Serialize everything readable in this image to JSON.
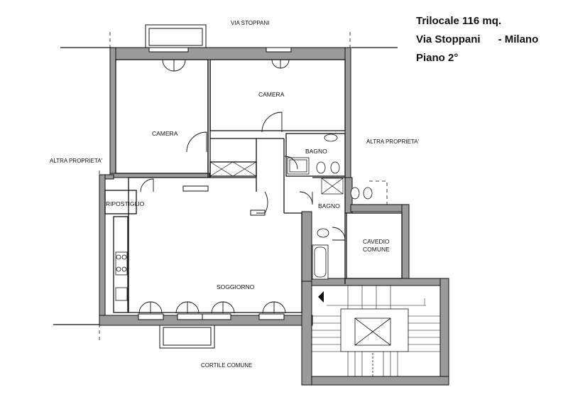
{
  "header": {
    "title": "Trilocale 116 mq.",
    "address": "Via Stoppani      - Milano",
    "floor": "Piano 2°"
  },
  "labels": {
    "street": "VIA STOPPANI",
    "courtyard": "CORTILE COMUNE",
    "other_property_left": "ALTRA PROPRIETA'",
    "other_property_right": "ALTRA PROPRIETA'"
  },
  "rooms": {
    "camera_1": "CAMERA",
    "camera_2": "CAMERA",
    "bagno_1": "BAGNO",
    "bagno_2": "BAGNO",
    "ripostiglio": "RIPOSTIGLIO",
    "soggiorno": "SOGGIORNO",
    "cavedio_line1": "CAVEDIO",
    "cavedio_line2": "COMUNE"
  },
  "colors": {
    "wall": "#9a9a9a",
    "line": "#111111",
    "background": "#ffffff"
  }
}
